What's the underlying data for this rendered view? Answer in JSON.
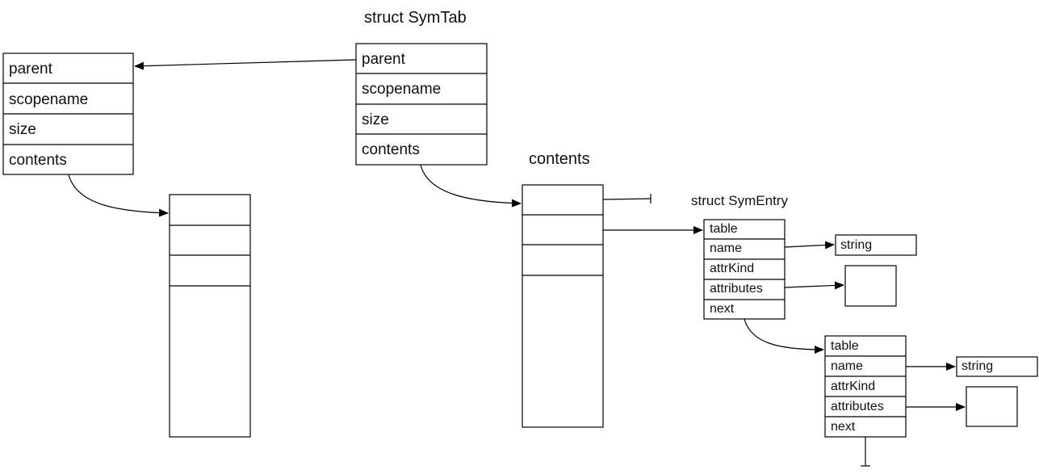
{
  "titles": {
    "symtab": "struct SymTab",
    "contents": "contents",
    "symentry": "struct SymEntry"
  },
  "parent_symtab": {
    "fields": [
      "parent",
      "scopename",
      "size",
      "contents"
    ]
  },
  "symtab": {
    "fields": [
      "parent",
      "scopename",
      "size",
      "contents"
    ]
  },
  "entry1": {
    "fields": [
      "table",
      "name",
      "attrKind",
      "attributes",
      "next"
    ],
    "name_target": "string"
  },
  "entry2": {
    "fields": [
      "table",
      "name",
      "attrKind",
      "attributes",
      "next"
    ],
    "name_target": "string"
  }
}
